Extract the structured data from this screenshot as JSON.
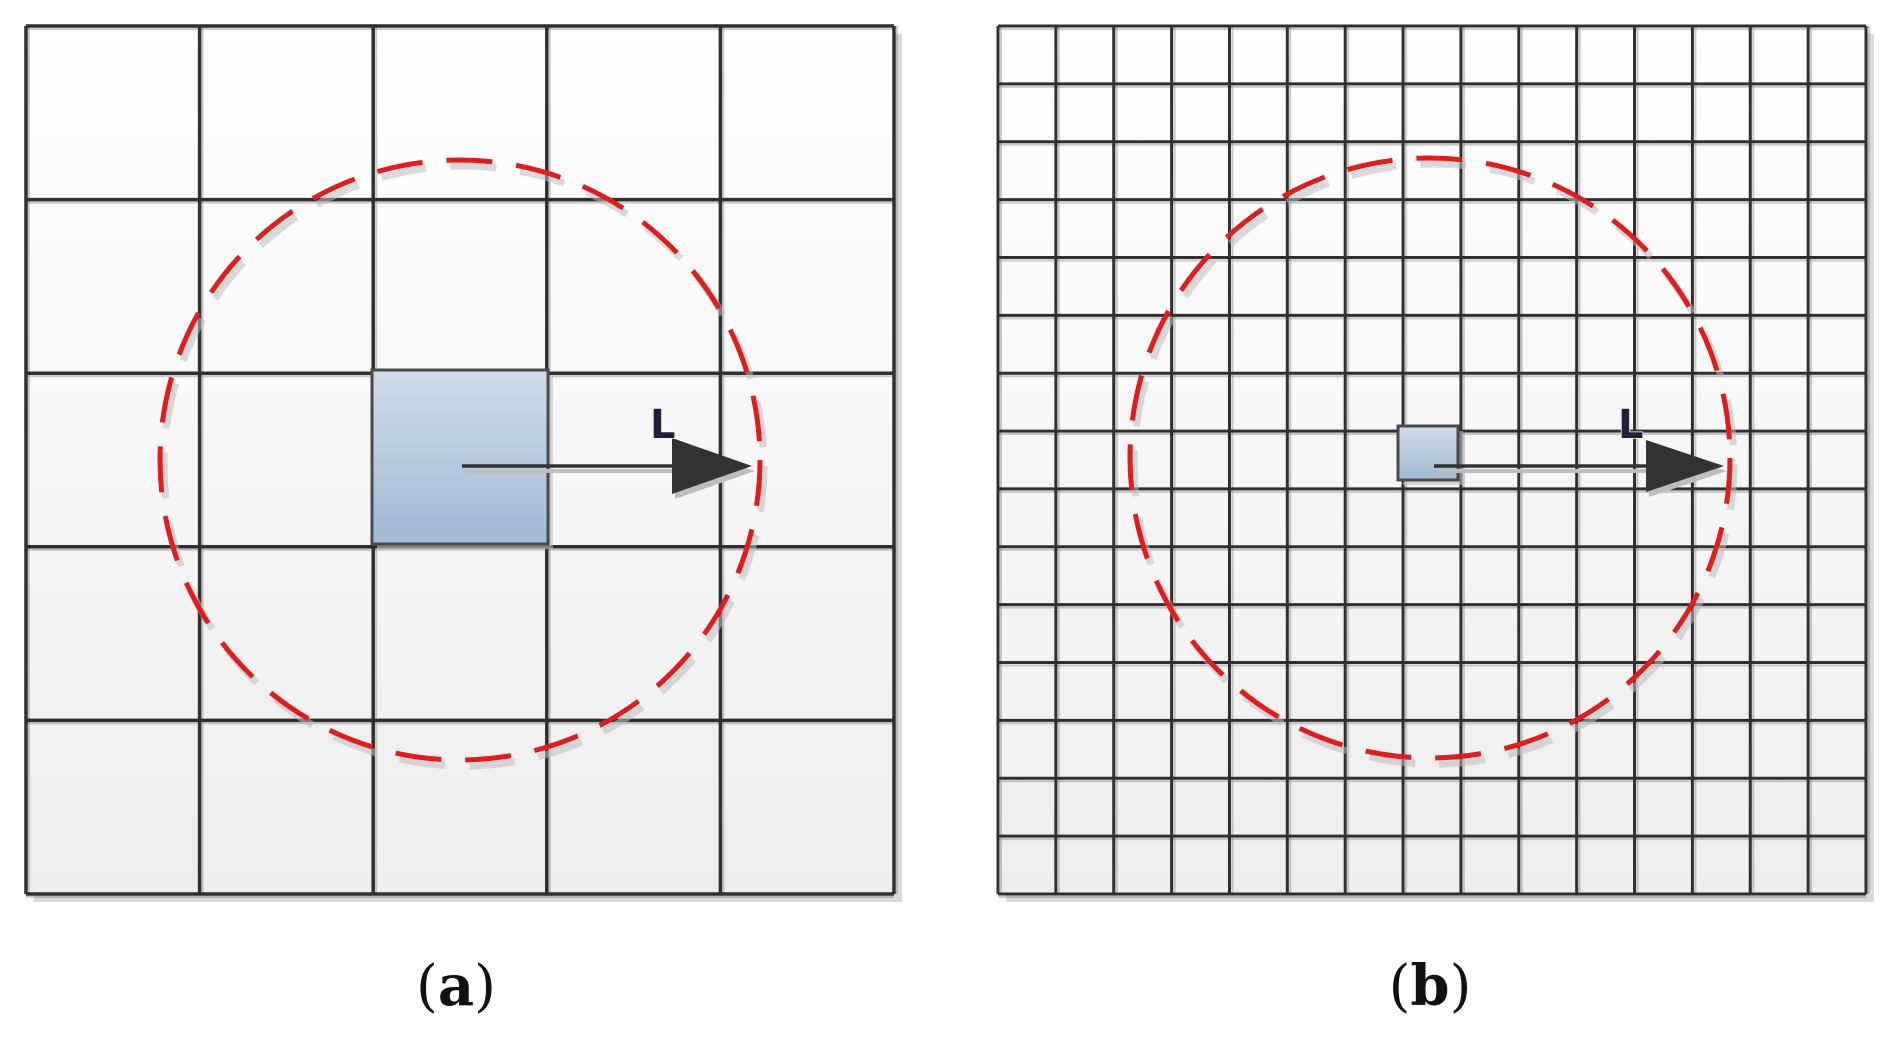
{
  "panels": [
    {
      "id": "a",
      "caption": {
        "open": "(",
        "letter": "a",
        "close": ")"
      },
      "grid_divisions": 5,
      "radius_label": "L"
    },
    {
      "id": "b",
      "caption": {
        "open": "(",
        "letter": "b",
        "close": ")"
      },
      "grid_divisions": 15,
      "radius_label": "L"
    }
  ],
  "colors": {
    "grid_line": "#2f2f2f",
    "grid_shadow": "#8a8a8a",
    "circle": "#e31b1b",
    "cell_fill_top": "#cfdcea",
    "cell_fill_bottom": "#9fb9d4",
    "cell_border": "#4a4a4a",
    "arrow": "#333333",
    "panel_bg_top": "#ffffff",
    "panel_bg_bottom": "#ededed"
  }
}
